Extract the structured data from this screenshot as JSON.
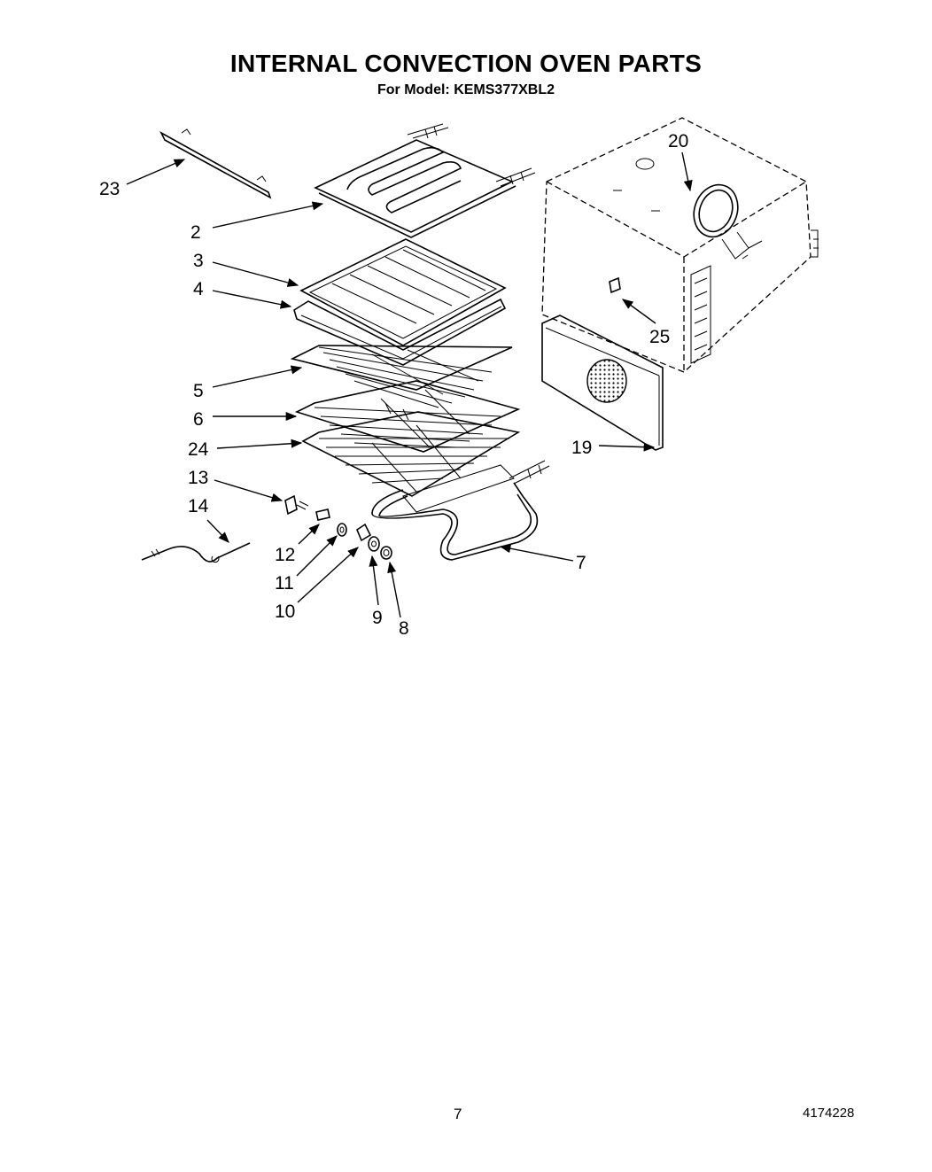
{
  "title": "INTERNAL CONVECTION OVEN PARTS",
  "subtitle": "For Model: KEMS377XBL2",
  "callouts": [
    "23",
    "2",
    "3",
    "4",
    "5",
    "6",
    "24",
    "13",
    "14",
    "12",
    "11",
    "10",
    "9",
    "8",
    "7",
    "20",
    "25",
    "19"
  ],
  "page_number": "7",
  "document_number": "4174228"
}
